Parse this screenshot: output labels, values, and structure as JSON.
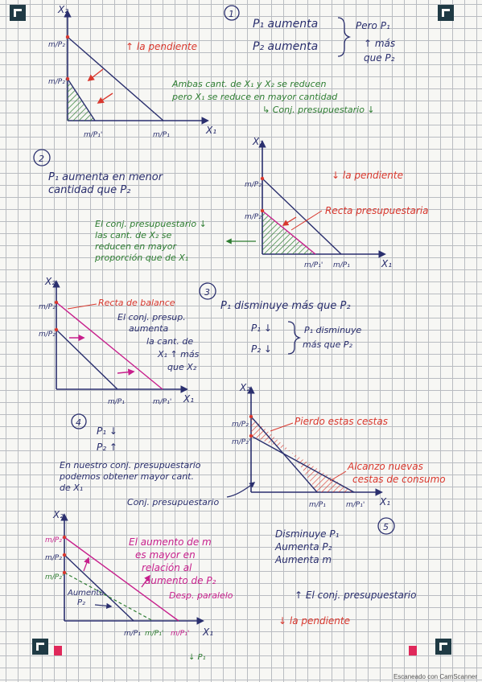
{
  "colors": {
    "ink": "#2a2f6e",
    "red": "#d9382e",
    "green": "#2e7d32",
    "magenta": "#c71f8c",
    "corner": "#1f3a44",
    "pink_marker": "#e0285a"
  },
  "axis": {
    "x": "X₁",
    "y": "X₂",
    "x2": "X₂",
    "x1": "X₁"
  },
  "fractions": {
    "m_p2": "m/P₂",
    "m_p2p": "m/P₂'",
    "m_p1": "m/P₁",
    "m_p1p": "m/P₁'",
    "m_p2_2": "m/P₂",
    "m_p2p_2": "m/P₂'",
    "m_p1_2": "m/P₁",
    "m_p1p_2": "m/P₁'"
  },
  "s1": {
    "num": "1",
    "line1": "P₁ aumenta",
    "line2": "P₂ aumenta",
    "brace_note": [
      "Pero P₁",
      "↑ más",
      "que P₂"
    ],
    "red_note": "↑ la pendiente",
    "note": [
      "Ambas cant. de X₁ y X₂ se reducen",
      "pero X₁ se reduce en mayor cantidad",
      "↳ Conj. presupuestario ↓"
    ]
  },
  "s2": {
    "num": "2",
    "text": [
      "P₁ aumenta en menor",
      "cantidad que P₂"
    ],
    "red_note": "↓ la pendiente",
    "recta": "Recta presupuestaria",
    "green_note": [
      "El conj. presupuestario ↓",
      "las cant. de X₂ se",
      "reducen en mayor",
      "proporción que de X₁"
    ]
  },
  "s3": {
    "num": "3",
    "recta": "Recta de balance",
    "text": "P₁ disminuye más que P₂",
    "note": [
      "El conj. presup.",
      "aumenta",
      "la cant. de",
      "X₁ ↑ más",
      "que X₂"
    ],
    "p1": "P₁ ↓",
    "p2": "P₂ ↓",
    "brace": [
      "P₁ disminuye",
      "más que P₂"
    ]
  },
  "s4": {
    "num": "4",
    "p1": "P₁ ↓",
    "p2": "P₂ ↑",
    "pierdo": "Pierdo estas cestas",
    "alcanzo": [
      "Alcanzo nuevas",
      "cestas de consumo"
    ],
    "note": [
      "En nuestro conj. presupuestario",
      "podemos obtener mayor cant.",
      "de X₁"
    ],
    "conj": "Conj. presupuestario"
  },
  "s5": {
    "num": "5",
    "list": [
      "Disminuye P₁",
      "Aumenta P₂",
      "Aumenta m"
    ],
    "magenta": [
      "El aumento de m",
      "es mayor en",
      "relación al",
      "aumento de P₂",
      "Desp. paralelo"
    ],
    "aumenta_p2": [
      "Aumenta",
      "P₂"
    ],
    "conj": "↑ El conj. presupuestario",
    "pend": "↓ la pendiente",
    "below": "↓ P₁"
  },
  "footer": "Escaneado con CamScanner"
}
